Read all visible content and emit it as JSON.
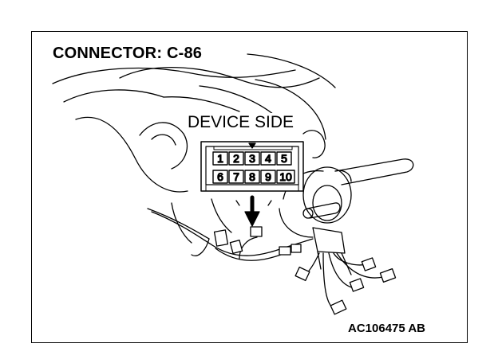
{
  "diagram": {
    "title": "CONNECTOR: C-86",
    "side_label": "DEVICE SIDE",
    "figure_id": "AC106475 AB",
    "connector": {
      "top_row": [
        "1",
        "2",
        "3",
        "4",
        "5"
      ],
      "bottom_row": [
        "6",
        "7",
        "8",
        "9",
        "10"
      ]
    }
  }
}
